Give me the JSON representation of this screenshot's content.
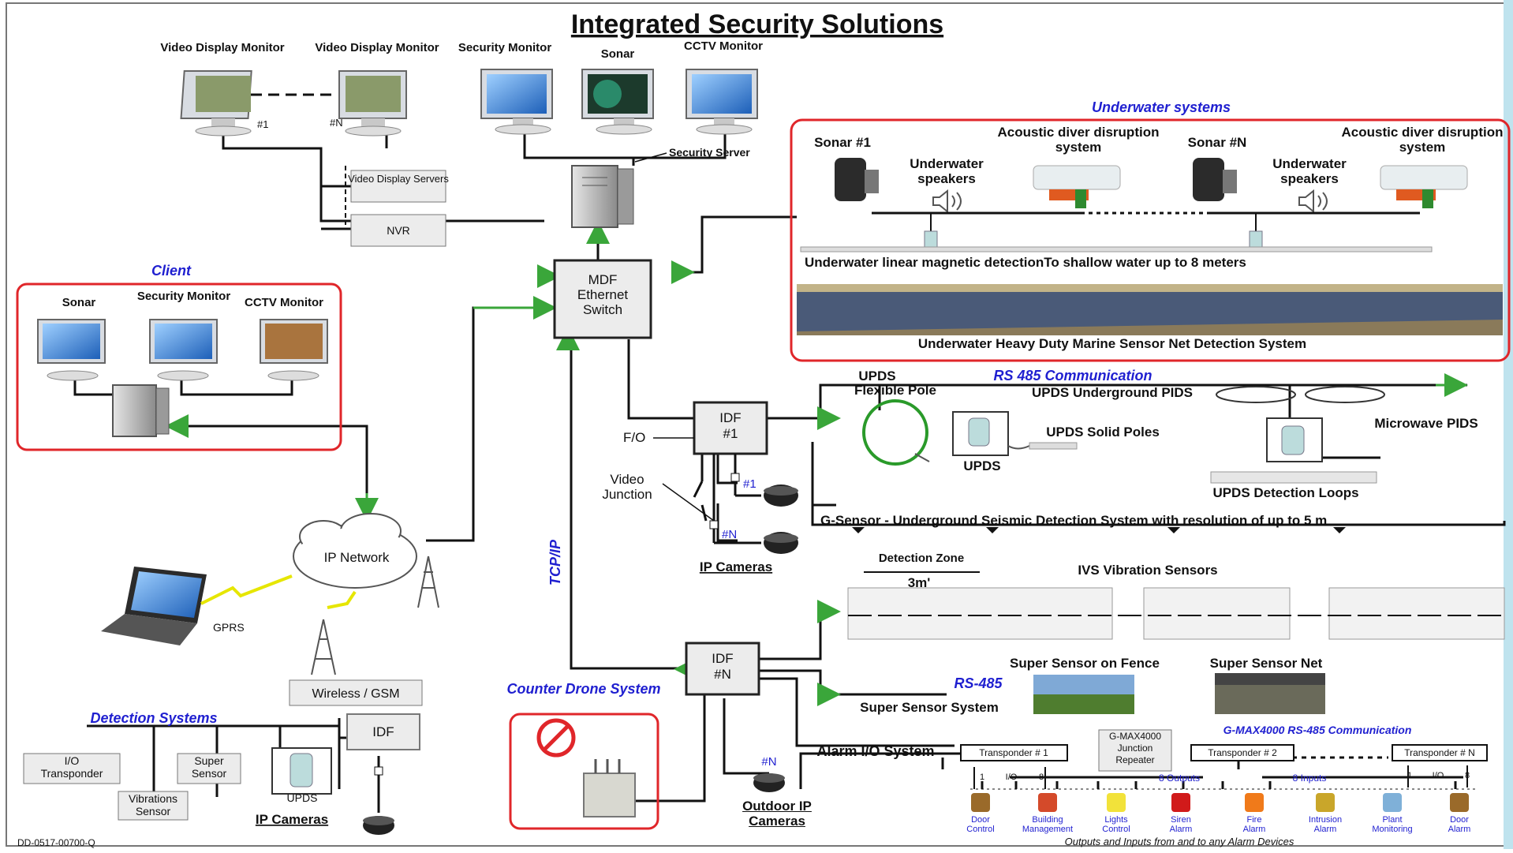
{
  "title": "Integrated Security Solutions",
  "footer_code": "DD-0517-00700-Q",
  "top_monitors": {
    "vdm1": "Video Display Monitor",
    "vdm1_num": "#1",
    "vdmN": "Video Display Monitor",
    "vdmN_num": "#N",
    "security_monitor": "Security Monitor",
    "sonar": "Sonar",
    "cctv": "CCTV Monitor",
    "video_display_servers": "Video Display Servers",
    "nvr": "NVR",
    "security_server": "Security Server"
  },
  "mdf": "MDF Ethernet Switch",
  "client": {
    "title": "Client",
    "sonar": "Sonar",
    "security_monitor": "Security Monitor",
    "cctv": "CCTV Monitor"
  },
  "network": {
    "ip_network": "IP Network",
    "gprs": "GPRS",
    "wireless": "Wireless / GSM",
    "tcpip": "TCP/IP"
  },
  "underwater": {
    "title": "Underwater systems",
    "sonar1": "Sonar #1",
    "sonarN": "Sonar #N",
    "speakers1": "Underwater speakers",
    "speakersN": "Underwater speakers",
    "acoustic1": "Acoustic diver disruption system",
    "acousticN": "Acoustic diver disruption system",
    "linear": "Underwater linear magnetic detectionTo shallow water up to 8 meters",
    "net": "Underwater Heavy Duty Marine Sensor Net Detection System"
  },
  "idf1": {
    "label": "IDF #1",
    "fo": "F/O",
    "video_junction": "Video Junction",
    "cam1": "#1",
    "camN": "#N",
    "ip_cameras": "IP Cameras"
  },
  "upds": {
    "rs485": "RS 485 Communication",
    "upds_top": "UPDS",
    "flexible_pole": "Flexible Pole",
    "underground": "UPDS Underground PIDS",
    "solid_poles": "UPDS Solid Poles",
    "upds_bottom": "UPDS",
    "microwave": "Microwave PIDS",
    "loops": "UPDS Detection Loops",
    "gsensor": "G-Sensor - Underground Seismic Detection System with resolution of up to 5 m"
  },
  "ivs": {
    "zone": "Detection Zone",
    "zone_len": "3m'",
    "title": "IVS Vibration Sensors"
  },
  "idfN": {
    "label": "IDF #N",
    "fence": "Super Sensor on Fence",
    "net": "Super Sensor Net",
    "rs485": "RS-485",
    "system": "Super Sensor System",
    "camN": "#N",
    "outdoor": "Outdoor IP Cameras"
  },
  "counter_drone": "Counter Drone System",
  "detection": {
    "title": "Detection Systems",
    "io": "I/O Transponder",
    "super": "Super Sensor",
    "vibrations": "Vibrations Sensor",
    "upds": "UPDS",
    "idf": "IDF",
    "ip_cameras": "IP Cameras"
  },
  "alarm": {
    "system": "Alarm I/O System",
    "gmax_comm": "G-MAX4000 RS-485 Communication",
    "transponder1": "Transponder # 1",
    "transponder2": "Transponder # 2",
    "transponderN": "Transponder # N",
    "gmax_box": "G-MAX4000 Junction Repeater",
    "io1": "I/O",
    "io_n1": "1",
    "io_n8": "8",
    "ioN": "I/O",
    "ioN_n1": "1",
    "ioN_n8": "8",
    "outputs": "8 Outputs",
    "inputs": "8 Inputs",
    "devices": [
      "Door Control",
      "Building Management",
      "Lights Control",
      "Siren Alarm",
      "Fire Alarm",
      "Intrusion Alarm",
      "Plant Monitoring",
      "Door Alarm"
    ],
    "footer": "Outputs and Inputs from and to any  Alarm Devices"
  },
  "colors": {
    "red": "#e0262a",
    "green": "#3aa63a",
    "blue_label": "#1f1fd0"
  }
}
